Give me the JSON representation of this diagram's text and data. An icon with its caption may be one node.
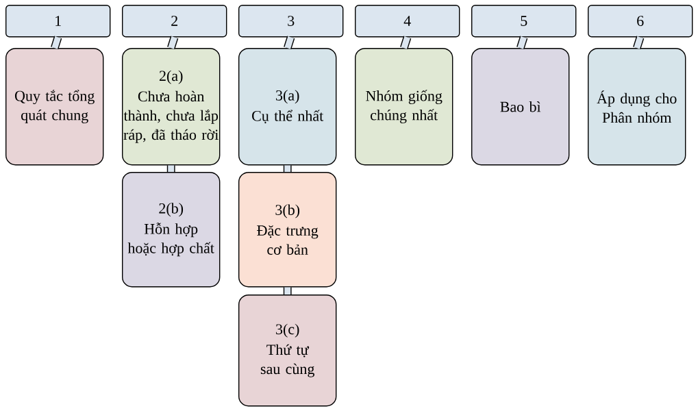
{
  "diagram": {
    "nodes": [
      {
        "text": [
          "1"
        ]
      },
      {
        "text": [
          "2"
        ]
      },
      {
        "text": [
          "3"
        ]
      },
      {
        "text": [
          "4"
        ]
      },
      {
        "text": [
          "5"
        ]
      },
      {
        "text": [
          "6"
        ]
      },
      {
        "text": [
          "Quy tắc tổng quát chung"
        ]
      },
      {
        "text": [
          "2(a)",
          "Chưa hoàn thành, chưa lắp ráp, đã tháo rời"
        ]
      },
      {
        "text": [
          "3(a)",
          "Cụ thể nhất"
        ]
      },
      {
        "text": [
          "Nhóm giống chúng nhất"
        ]
      },
      {
        "text": [
          "Bao bì"
        ]
      },
      {
        "text": [
          "Áp dụng cho Phân nhóm"
        ]
      },
      {
        "text": [
          "2(b)",
          "Hỗn hợp hoặc hợp chất"
        ]
      },
      {
        "text": [
          "3(b)",
          "Đặc trưng cơ bản"
        ]
      },
      {
        "text": [
          "3(c)",
          "Thứ tự sau cùng"
        ]
      }
    ],
    "edges": [
      {
        "from": 0,
        "to": 6,
        "arrow": "none"
      },
      {
        "from": 1,
        "to": 7,
        "arrow": "none"
      },
      {
        "from": 2,
        "to": 8,
        "arrow": "none"
      },
      {
        "from": 3,
        "to": 9,
        "arrow": "none"
      },
      {
        "from": 4,
        "to": 10,
        "arrow": "none"
      },
      {
        "from": 5,
        "to": 11,
        "arrow": "none"
      },
      {
        "from": 7,
        "to": 12,
        "arrow": "none"
      },
      {
        "from": 8,
        "to": 13,
        "arrow": "none"
      },
      {
        "from": 13,
        "to": 14,
        "arrow": "none"
      }
    ]
  }
}
